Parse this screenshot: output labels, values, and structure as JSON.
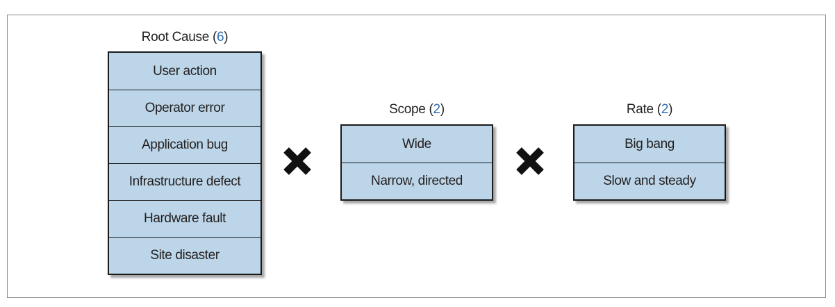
{
  "root_cause": {
    "title": "Root Cause",
    "count_open": "(",
    "count": "6",
    "count_close": ")",
    "items": [
      "User action",
      "Operator error",
      "Application bug",
      "Infrastructure defect",
      "Hardware fault",
      "Site disaster"
    ]
  },
  "scope": {
    "title": "Scope",
    "count_open": "(",
    "count": "2",
    "count_close": ")",
    "items": [
      "Wide",
      "Narrow, directed"
    ]
  },
  "rate": {
    "title": "Rate",
    "count_open": "(",
    "count": "2",
    "count_close": ")",
    "items": [
      "Big bang",
      "Slow and steady"
    ]
  },
  "operators": [
    "multiply-icon",
    "multiply-icon"
  ],
  "colors": {
    "cell_fill": "#bcd5e8",
    "count_accent": "#2e6db4",
    "border": "#1a1a1a"
  }
}
